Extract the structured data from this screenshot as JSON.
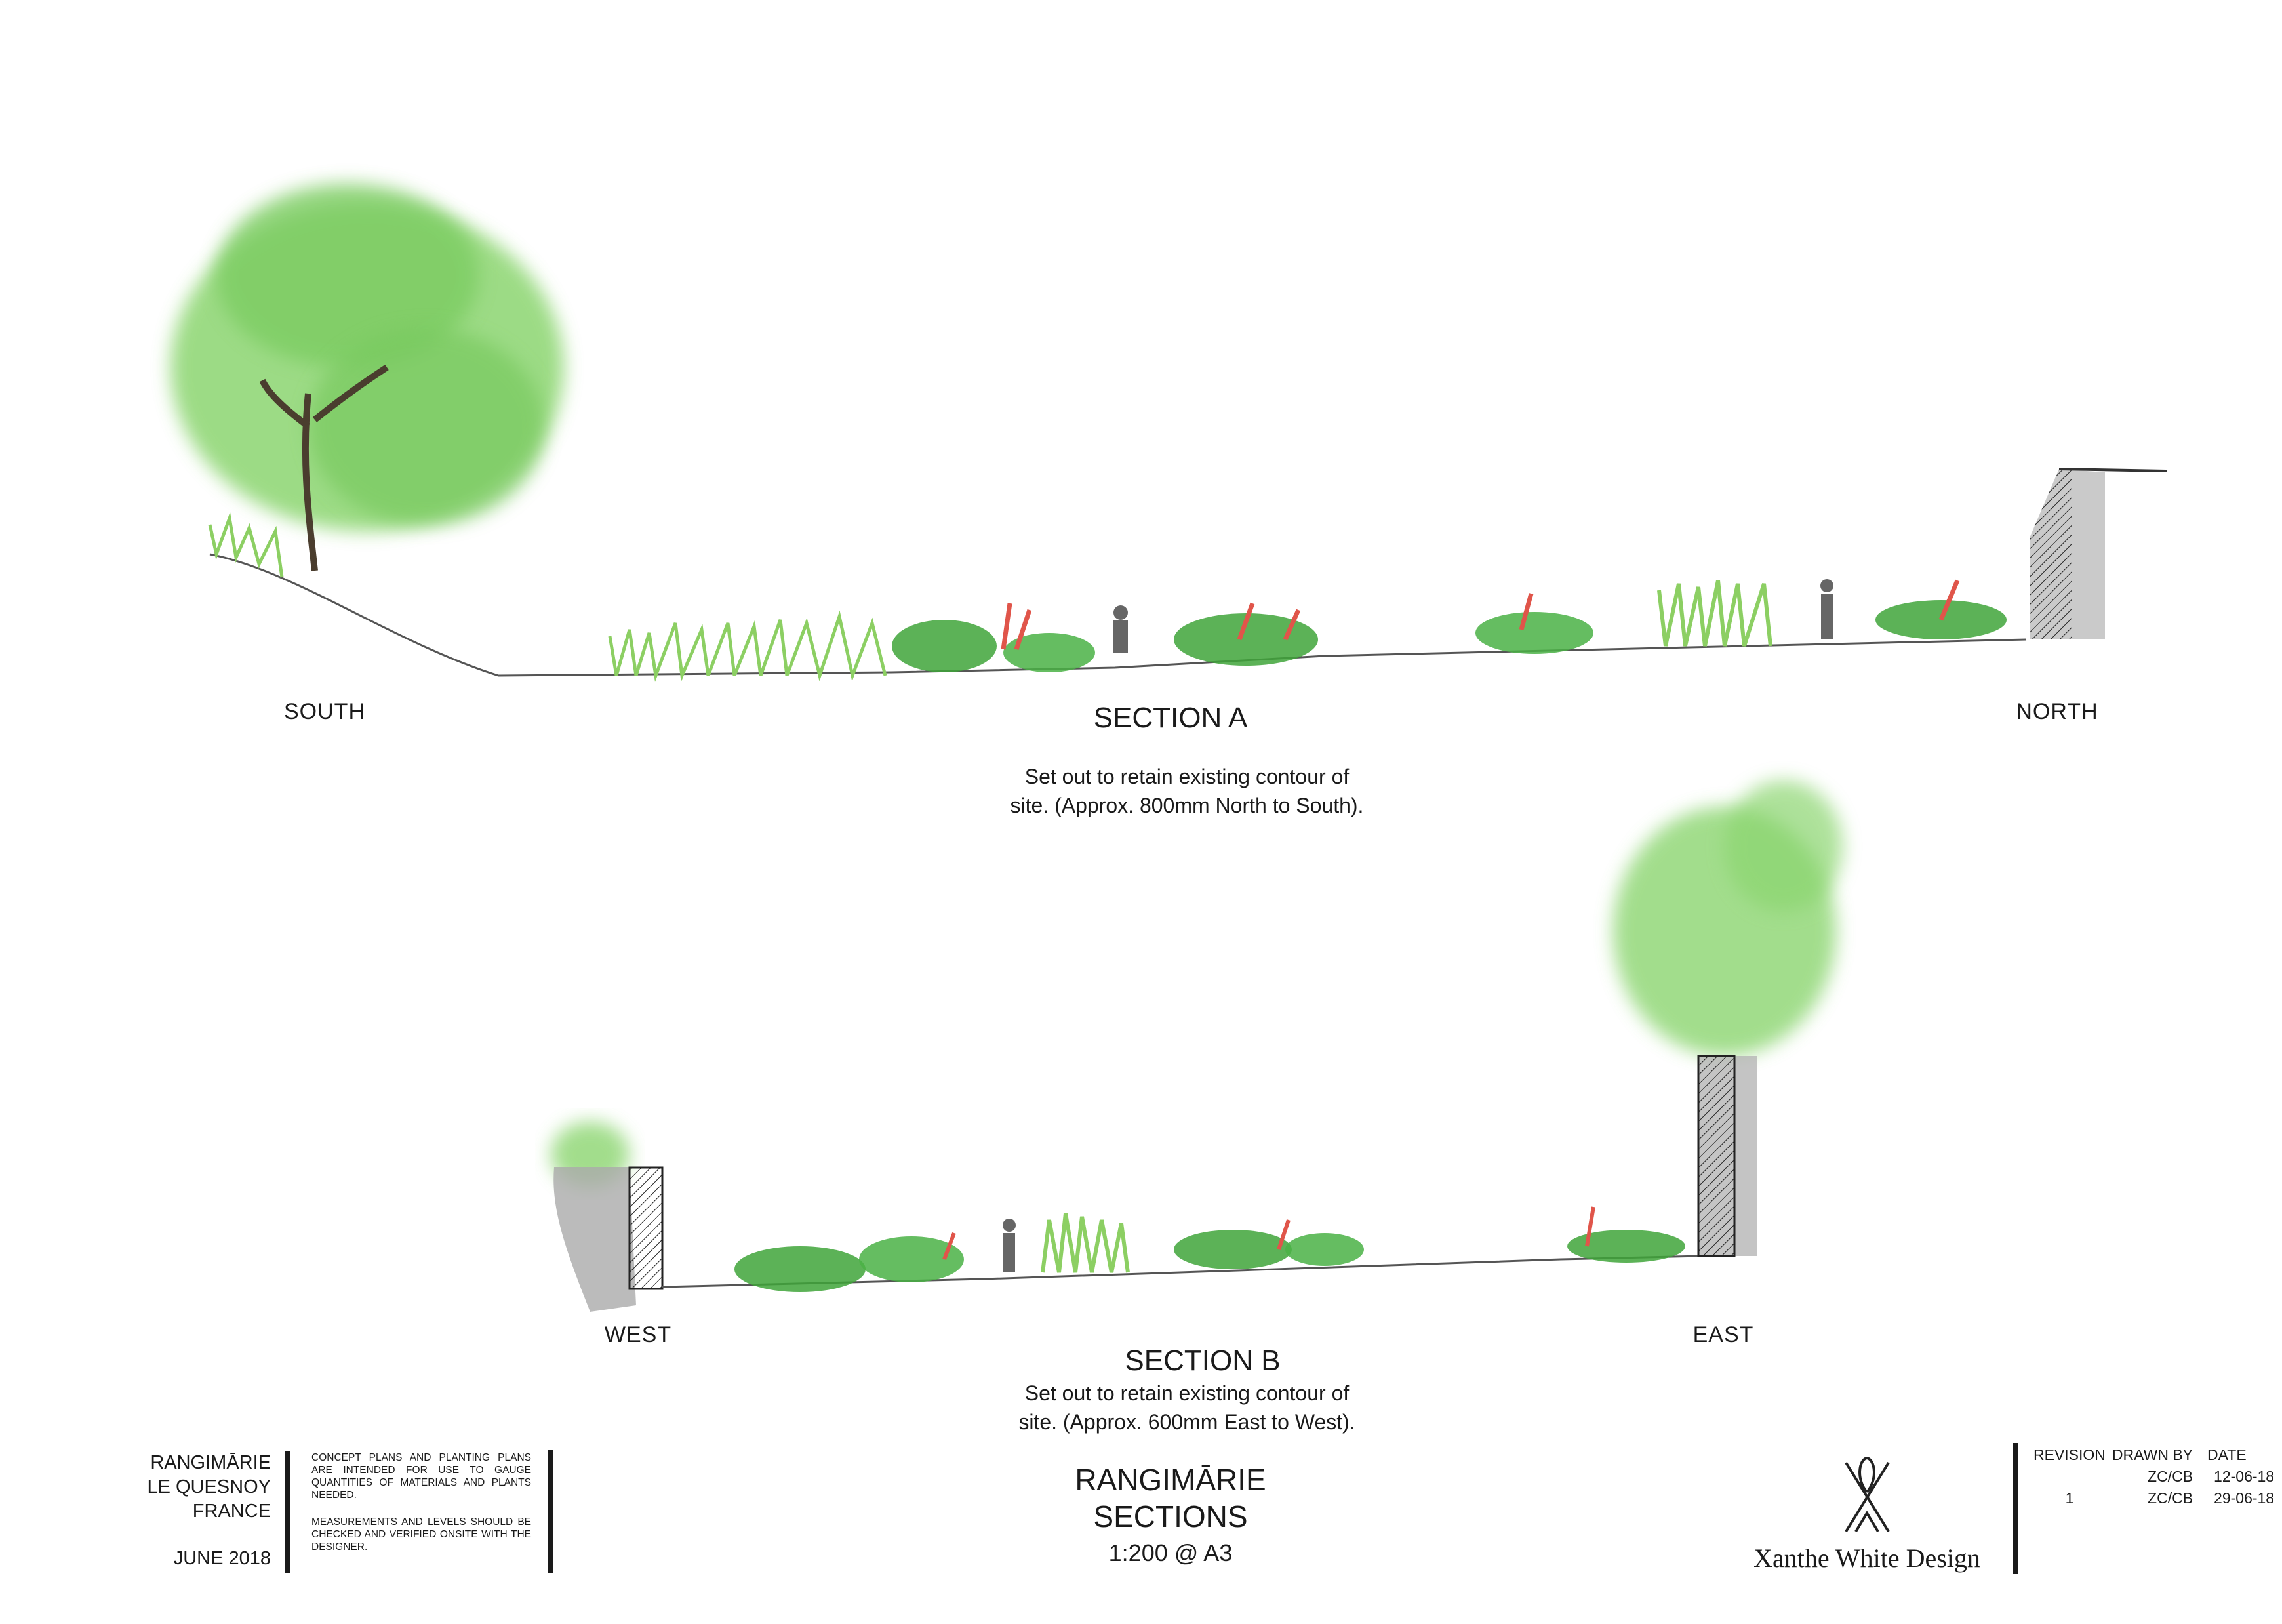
{
  "section_a": {
    "title": "SECTION A",
    "left_label": "SOUTH",
    "right_label": "NORTH",
    "note_lines": [
      "Set out to retain existing contour of",
      "site. (Approx. 800mm North to South)."
    ]
  },
  "section_b": {
    "title": "SECTION B",
    "left_label": "WEST",
    "right_label": "EAST",
    "note_lines": [
      "Set out to retain existing contour of",
      "site. (Approx. 600mm East to West)."
    ]
  },
  "title_block": {
    "location_lines": [
      "RANGIMĀRIE",
      "LE QUESNOY",
      "FRANCE"
    ],
    "date": "JUNE 2018",
    "disclaimer_1": "CONCEPT PLANS AND PLANTING PLANS ARE INTENDED FOR USE TO GAUGE QUANTITIES OF MATERIALS AND PLANTS NEEDED.",
    "disclaimer_2": "MEASUREMENTS AND LEVELS SHOULD BE CHECKED AND VERIFIED ONSITE WITH THE DESIGNER.",
    "project": "RANGIMĀRIE",
    "sheet": "SECTIONS",
    "scale": "1:200 @ A3",
    "firm": "Xanthe White Design",
    "revisions": {
      "headers": [
        "REVISION",
        "DRAWN BY",
        "DATE"
      ],
      "rows": [
        {
          "revision": "",
          "drawn_by": "ZC/CB",
          "date": "12-06-18"
        },
        {
          "revision": "1",
          "drawn_by": "ZC/CB",
          "date": "29-06-18"
        }
      ]
    }
  },
  "colors": {
    "foliage": "#7ed36a",
    "foliage_dark": "#3fa53a",
    "accent_red": "#e0554a",
    "wall": "#8a8a8a",
    "ink": "#1a1a1a"
  }
}
